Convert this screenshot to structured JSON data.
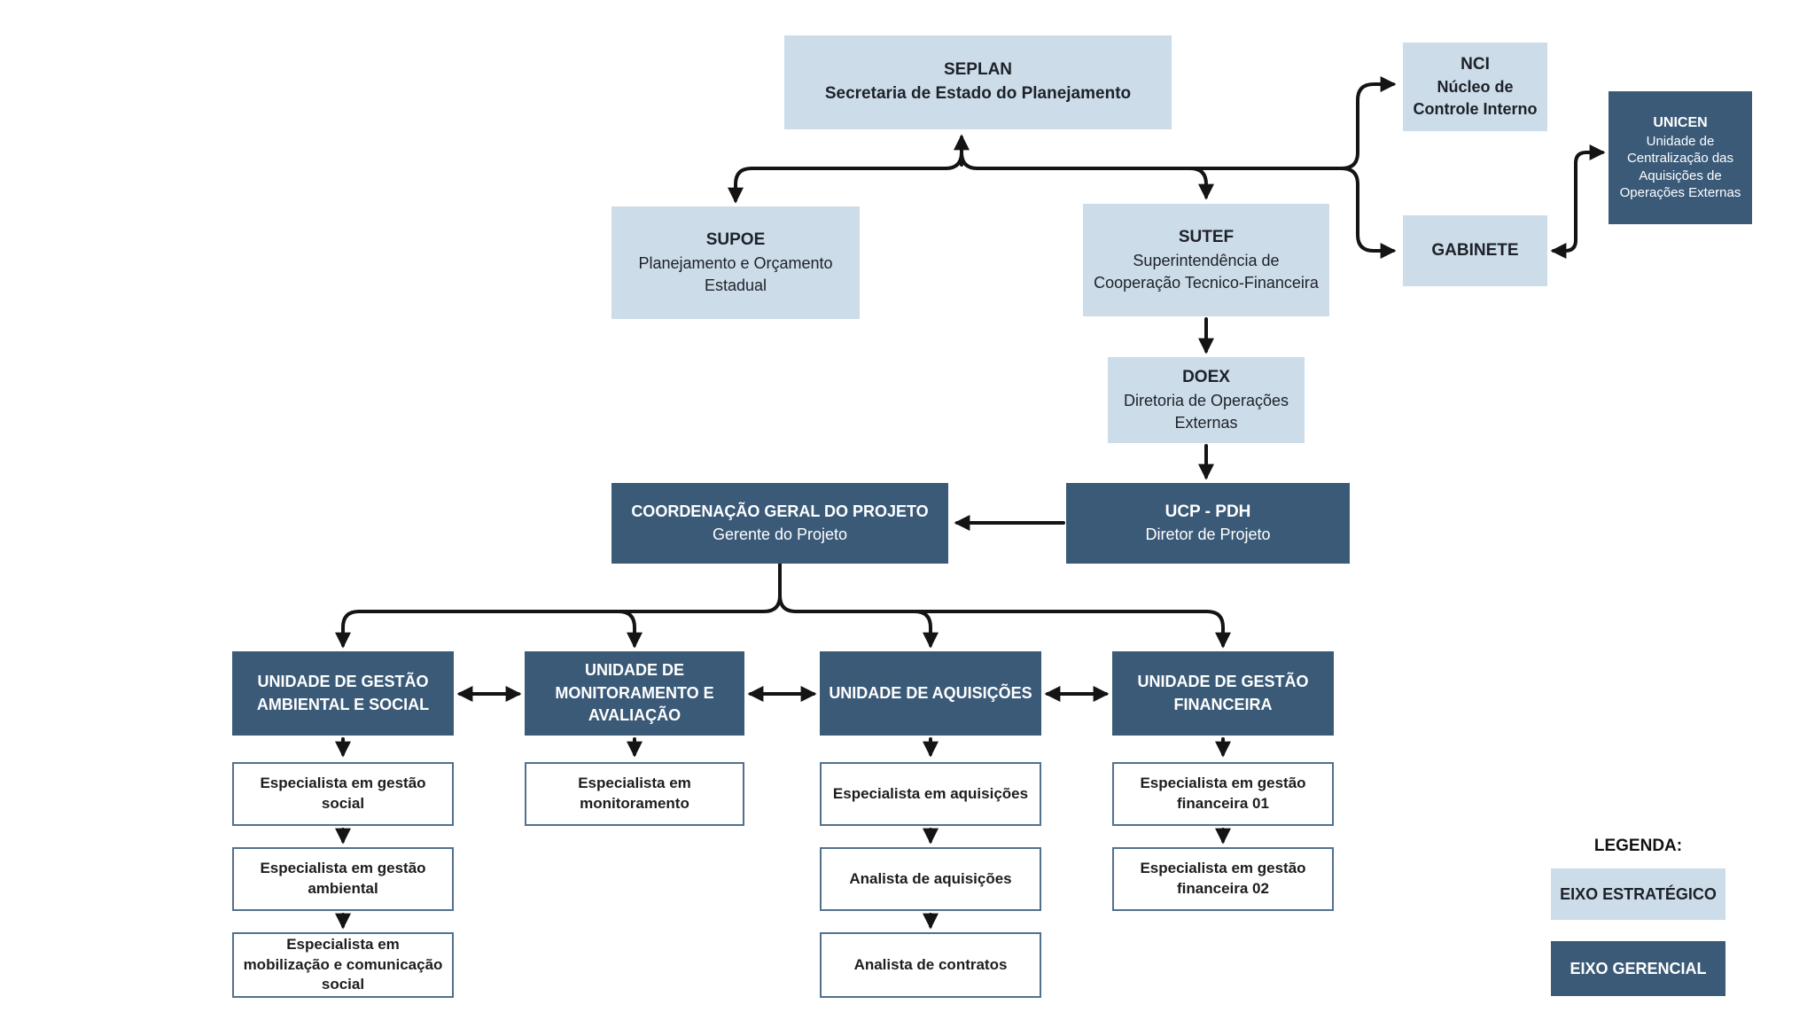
{
  "nodes": {
    "seplan": {
      "code": "SEPLAN",
      "label": "Secretaria de Estado do Planejamento"
    },
    "nci": {
      "code": "NCI",
      "label": "Núcleo de Controle Interno"
    },
    "unicen": {
      "code": "UNICEN",
      "label": "Unidade de Centralização das Aquisições de Operações Externas"
    },
    "gabinete": {
      "code": "GABINETE"
    },
    "supoe": {
      "code": "SUPOE",
      "label": "Planejamento e Orçamento Estadual"
    },
    "sutef": {
      "code": "SUTEF",
      "label": "Superintendência de Cooperação Tecnico-Financeira"
    },
    "doex": {
      "code": "DOEX",
      "label": "Diretoria de Operações Externas"
    },
    "coordenacao_geral": {
      "code": "COORDENAÇÃO GERAL DO PROJETO",
      "label": "Gerente do Projeto"
    },
    "ucp_pdh": {
      "code": "UCP - PDH",
      "label": "Diretor de Projeto"
    }
  },
  "units": [
    {
      "label": "UNIDADE DE GESTÃO AMBIENTAL E SOCIAL",
      "roles": [
        "Especialista em gestão social",
        "Especialista em gestão ambiental",
        "Especialista em mobilização e comunicação social"
      ]
    },
    {
      "label": "UNIDADE DE MONITORAMENTO E AVALIAÇÃO",
      "roles": [
        "Especialista em monitoramento"
      ]
    },
    {
      "label": "UNIDADE DE AQUISIÇÕES",
      "roles": [
        "Especialista em aquisições",
        "Analista de aquisições",
        "Analista de contratos"
      ]
    },
    {
      "label": "UNIDADE DE GESTÃO FINANCEIRA",
      "roles": [
        "Especialista em gestão financeira 01",
        "Especialista em gestão financeira 02"
      ]
    }
  ],
  "legend": {
    "title": "LEGENDA:",
    "items": [
      {
        "label": "EIXO ESTRATÉGICO",
        "color": "#ccdce8"
      },
      {
        "label": "EIXO GERENCIAL",
        "color": "#3a5a78"
      }
    ]
  },
  "colors": {
    "strategic_fill": "#ccdce8",
    "managerial_fill": "#3a5a78",
    "connector": "#141414",
    "role_border": "#52708c"
  }
}
